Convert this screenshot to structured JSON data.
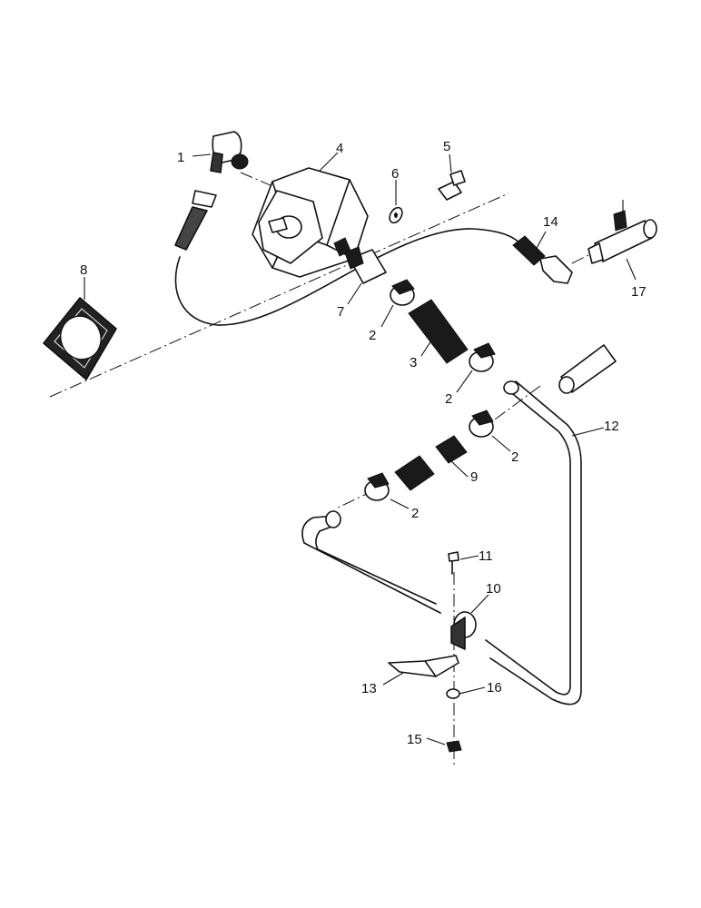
{
  "callouts": {
    "c1": "1",
    "c2a": "2",
    "c2b": "2",
    "c2c": "2",
    "c2d": "2",
    "c3": "3",
    "c4": "4",
    "c5": "5",
    "c6": "6",
    "c7": "7",
    "c8": "8",
    "c9": "9",
    "c10": "10",
    "c11": "11",
    "c12": "12",
    "c13": "13",
    "c14": "14",
    "c15": "15",
    "c16": "16",
    "c17": "17"
  },
  "colors": {
    "ink": "#111111",
    "paper": "#ffffff"
  }
}
